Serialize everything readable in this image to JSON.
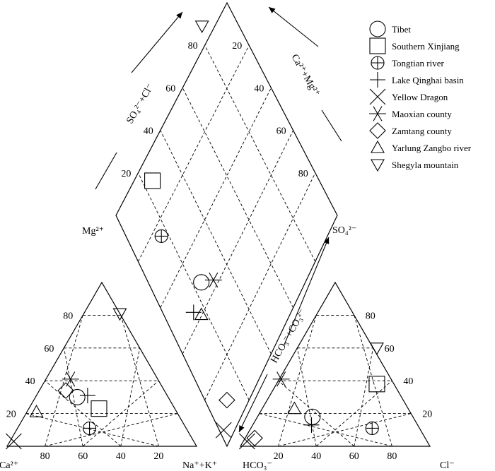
{
  "chart_data": {
    "type": "scatter",
    "subtype": "piper-diagram",
    "ticks": [
      20,
      40,
      60,
      80
    ],
    "axis_labels": {
      "cation_corner_top": "Mg²⁺",
      "cation_corner_left": "Ca²⁺",
      "cation_corner_right": "Na⁺+K⁺",
      "anion_corner_top": "SO₄²⁻",
      "anion_corner_left": "HCO₃⁻",
      "anion_corner_right": "Cl⁻",
      "diamond_left_axis": "SO₄²⁻+Cl⁻",
      "diamond_right_axis": "Ca²⁺+Mg²⁺",
      "anion_side_axis": "HCO₃⁻+CO₃²⁻"
    },
    "legend_position": "top-right",
    "series": [
      {
        "name": "Tibet",
        "marker": "circle",
        "cation": {
          "mg": 30,
          "na": 22
        },
        "anion": {
          "so4": 18,
          "cl": 29
        },
        "diamond": {
          "socl": 47,
          "camg": 24
        }
      },
      {
        "name": "Southern Xinjiang",
        "marker": "square",
        "cation": {
          "mg": 23,
          "na": 37
        },
        "anion": {
          "so4": 38,
          "cl": 53
        },
        "diamond": {
          "socl": 91,
          "camg": 24
        }
      },
      {
        "name": "Tongtian river",
        "marker": "circle-plus",
        "cation": {
          "mg": 11,
          "na": 38
        },
        "anion": {
          "so4": 11,
          "cl": 64
        },
        "diamond": {
          "socl": 75,
          "camg": 16
        }
      },
      {
        "name": "Lake Qinghai basin",
        "marker": "plus",
        "cation": {
          "mg": 31,
          "na": 27
        },
        "anion": {
          "so4": 13,
          "cl": 31
        },
        "diamond": {
          "socl": 44,
          "camg": 14
        }
      },
      {
        "name": "Yellow Dragon",
        "marker": "x",
        "cation": {
          "mg": 3,
          "na": 2
        },
        "anion": {
          "so4": 3,
          "cl": 2
        },
        "diamond": {
          "socl": 5,
          "camg": 2
        }
      },
      {
        "name": "Maoxian county",
        "marker": "asterisk",
        "cation": {
          "mg": 41,
          "na": 13
        },
        "anion": {
          "so4": 41,
          "cl": 1
        },
        "diamond": {
          "socl": 42,
          "camg": 30
        }
      },
      {
        "name": "Zamtang county",
        "marker": "diamond",
        "cation": {
          "mg": 34,
          "na": 14
        },
        "anion": {
          "so4": 5,
          "cl": 5
        },
        "diamond": {
          "socl": 10,
          "camg": 10
        }
      },
      {
        "name": "Yarlung Zangbo river",
        "marker": "triangle-up",
        "cation": {
          "mg": 21,
          "na": 5
        },
        "anion": {
          "so4": 23,
          "cl": 17
        },
        "diamond": {
          "socl": 40,
          "camg": 17
        }
      },
      {
        "name": "Shegyla mountain",
        "marker": "triangle-down",
        "cation": {
          "mg": 81,
          "na": 19
        },
        "anion": {
          "so4": 60,
          "cl": 42
        },
        "diamond": {
          "socl": 102,
          "camg": 80
        }
      }
    ]
  }
}
